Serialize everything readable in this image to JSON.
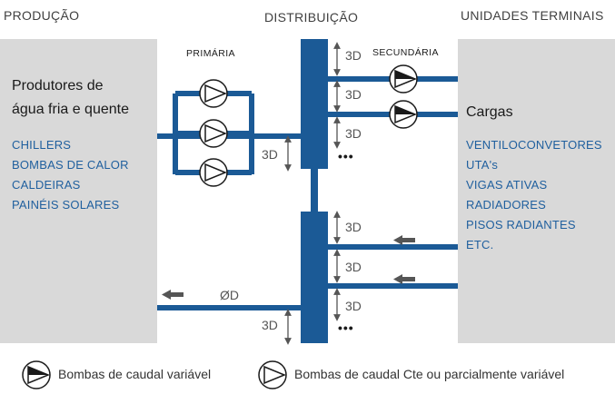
{
  "headers": {
    "production": "PRODUÇÃO",
    "distribution": "DISTRIBUIÇÃO",
    "terminal": "UNIDADES TERMINAIS"
  },
  "circuits": {
    "primary": "PRIMÁRIA",
    "secondary": "SECUNDÁRIA"
  },
  "production_box": {
    "title_line1": "Produtores de",
    "title_line2": "água fria e quente",
    "items": [
      "CHILLERS",
      "BOMBAS DE CALOR",
      "CALDEIRAS",
      "PAINÉIS SOLARES"
    ]
  },
  "terminal_box": {
    "title": "Cargas",
    "items": [
      "VENTILOCONVETORES",
      "UTA's",
      "VIGAS ATIVAS",
      "RADIADORES",
      "PISOS RADIANTES",
      "ETC."
    ]
  },
  "dimensions": {
    "spacing": "3D",
    "diameter": "ØD",
    "more": "•••"
  },
  "legend": {
    "variable": "Bombas de caudal variável",
    "constant": "Bombas de caudal Cte ou parcialmente variável"
  },
  "colors": {
    "pipe": "#1b5a96",
    "box": "#d9d9d9",
    "list_text": "#1f5f9e",
    "arrow": "#555555"
  }
}
